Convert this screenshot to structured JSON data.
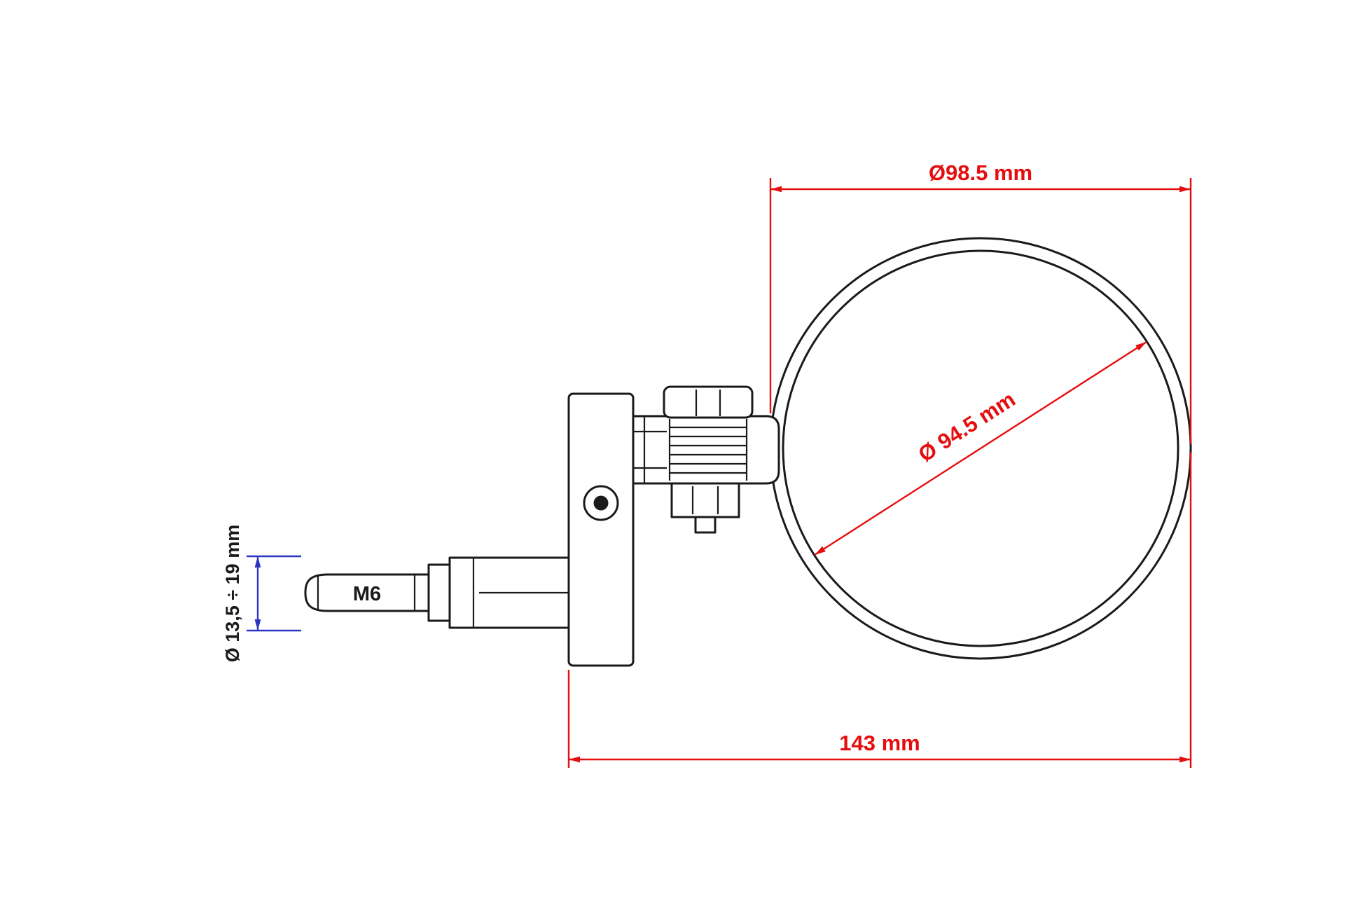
{
  "dims": {
    "outer": {
      "label": "Ø98.5 mm"
    },
    "glass": {
      "label": "Ø 94.5 mm"
    },
    "length": {
      "label": "143 mm"
    },
    "clamp_range": {
      "label": "Ø 13,5 ÷ 19 mm"
    },
    "thread": {
      "label": "M6"
    }
  },
  "colors": {
    "dimension_red": "#e60d0e",
    "dimension_blue": "#2b35c2",
    "linework": "#1a1a1a",
    "background": "#ffffff"
  }
}
